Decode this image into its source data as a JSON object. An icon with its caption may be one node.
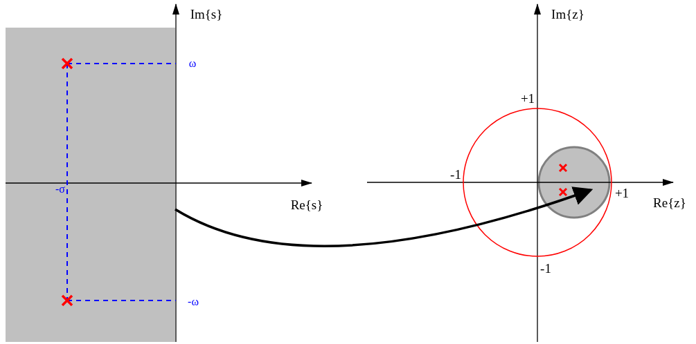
{
  "diagram": {
    "nodes": [
      {
        "text": [],
        "shape": "box"
      },
      {
        "text": [],
        "shape": "circle"
      }
    ],
    "edges": [
      {
        "from": 0,
        "to": 1,
        "arrow": "to"
      }
    ],
    "labels": [
      "Im{s}",
      "Im{z}",
      "ω",
      "+1",
      "-1",
      "-σ",
      "+1",
      "Re{s}",
      "Re{z}",
      "-1",
      "-ω"
    ]
  }
}
